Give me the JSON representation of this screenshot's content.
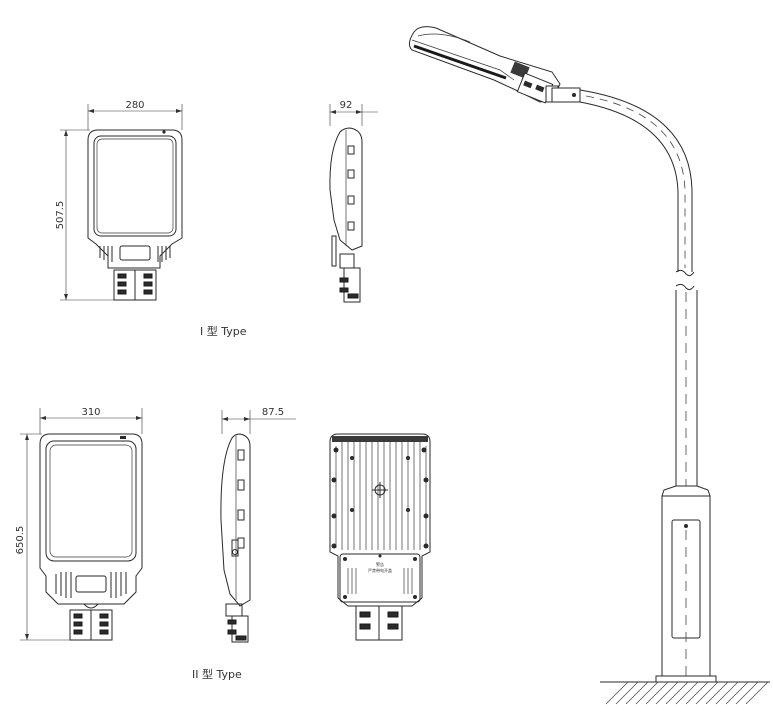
{
  "type1": {
    "caption": "I 型 Type",
    "width_label": "280",
    "height_label": "507.5",
    "depth_label": "92"
  },
  "type2": {
    "caption": "II 型 Type",
    "width_label": "310",
    "height_label": "650.5",
    "depth_label": "87.5",
    "plate_line1": "警告",
    "plate_line2": "严禁带电开盖"
  },
  "colors": {
    "line": "#2a2a2a",
    "fill_dark": "#2b2b2b",
    "background": "#ffffff"
  }
}
